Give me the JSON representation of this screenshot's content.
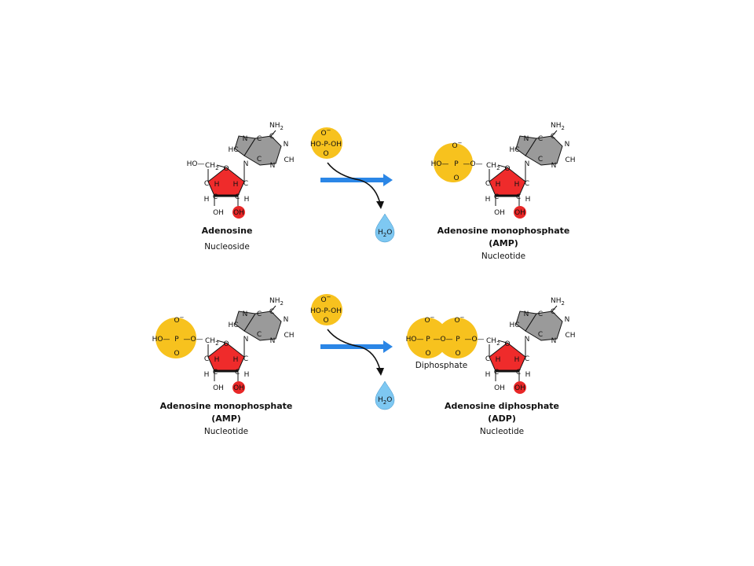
{
  "colors": {
    "phosphate": "#f7c21e",
    "ribose": "#ef2b2b",
    "base": "#9a9a9a",
    "hydroxyl": "#e82727",
    "arrow": "#2b86e6",
    "water": "#7ec8f2"
  },
  "atoms": {
    "ho": "HO",
    "ch": "CH",
    "o": "O",
    "o_minus": "O",
    "minus": "−",
    "p": "P",
    "c": "C",
    "h": "H",
    "n": "N",
    "hc": "HC",
    "oh": "OH",
    "nh": "NH",
    "two": "2"
  },
  "water": {
    "label": "H",
    "sub": "2",
    "tail": "O"
  },
  "reactions": [
    {
      "reactant": {
        "name": "Adenosine",
        "name2": "",
        "kind": "Nucleoside"
      },
      "product": {
        "name": "Adenosine monophosphate",
        "name2": "(AMP)",
        "kind": "Nucleotide"
      }
    },
    {
      "reactant": {
        "name": "Adenosine monophosphate",
        "name2": "(AMP)",
        "kind": "Nucleotide"
      },
      "product": {
        "name": "Adenosine diphosphate",
        "name2": "(ADP)",
        "kind": "Nucleotide",
        "phosphate_label": "Diphosphate"
      }
    }
  ]
}
